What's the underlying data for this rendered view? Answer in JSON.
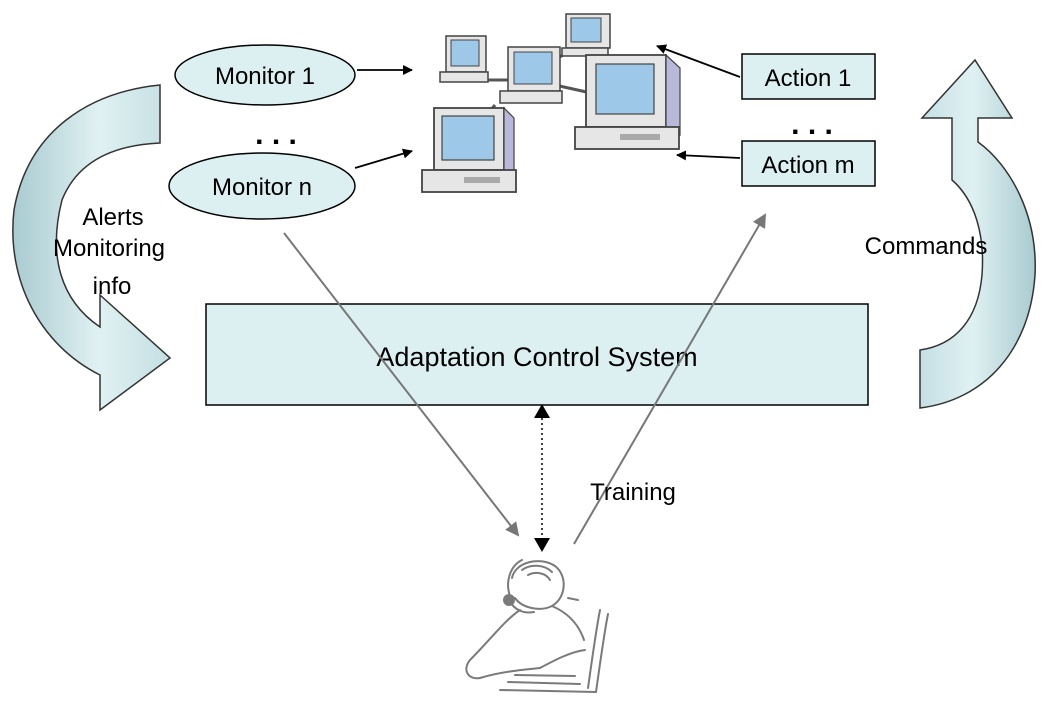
{
  "monitors": {
    "first": "Monitor 1",
    "ellipsis": ". . .",
    "last": "Monitor n"
  },
  "actions": {
    "first": "Action 1",
    "ellipsis": ". . .",
    "last": "Action m"
  },
  "left_label": {
    "line1": "Alerts",
    "line2": "Monitoring",
    "line3": "info"
  },
  "right_label": "Commands",
  "control_system": "Adaptation Control System",
  "training": "Training",
  "colors": {
    "box_fill": "#dcf0f2",
    "ellipse_fill": "#dcf0f2",
    "action_fill": "#dcf0f2",
    "arrow_fill": "#d8ecee",
    "arrow_shade": "#b4d3d8",
    "monitor_screen": "#9ec8e8",
    "monitor_body": "#e6e6e6",
    "operator_stroke": "#7a7a7a",
    "gray_line": "#777777"
  },
  "icons": {
    "network": "networked-computers-icon",
    "operator": "operator-headset-icon"
  }
}
